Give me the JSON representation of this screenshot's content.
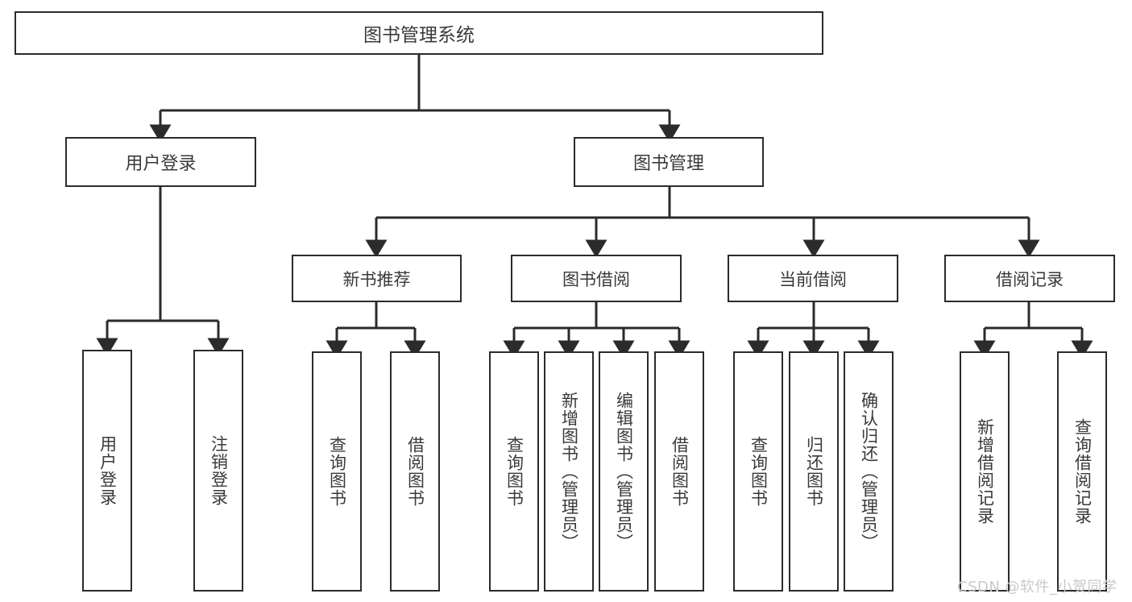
{
  "diagram": {
    "title": "图书管理系统",
    "watermark": "CSDN @软件_小贺同学",
    "line_color": "#2b2b2b",
    "text_color": "#3a3a3a",
    "background": "#ffffff"
  },
  "root": {
    "label": "图书管理系统"
  },
  "level2": [
    {
      "label": "用户登录"
    },
    {
      "label": "图书管理"
    }
  ],
  "level3": [
    {
      "label": "新书推荐"
    },
    {
      "label": "图书借阅"
    },
    {
      "label": "当前借阅"
    },
    {
      "label": "借阅记录"
    }
  ],
  "leaves": {
    "user_login": [
      {
        "label": "用户登录"
      },
      {
        "label": "注销登录"
      }
    ],
    "new_book_recommend": [
      {
        "label": "查询图书"
      },
      {
        "label": "借阅图书"
      }
    ],
    "book_borrow": [
      {
        "label": "查询图书"
      },
      {
        "label": "新增图书（管理员）"
      },
      {
        "label": "编辑图书（管理员）"
      },
      {
        "label": "借阅图书"
      }
    ],
    "current_borrow": [
      {
        "label": "查询图书"
      },
      {
        "label": "归还图书"
      },
      {
        "label": "确认归还（管理员）"
      }
    ],
    "borrow_records": [
      {
        "label": "新增借阅记录"
      },
      {
        "label": "查询借阅记录"
      }
    ]
  }
}
